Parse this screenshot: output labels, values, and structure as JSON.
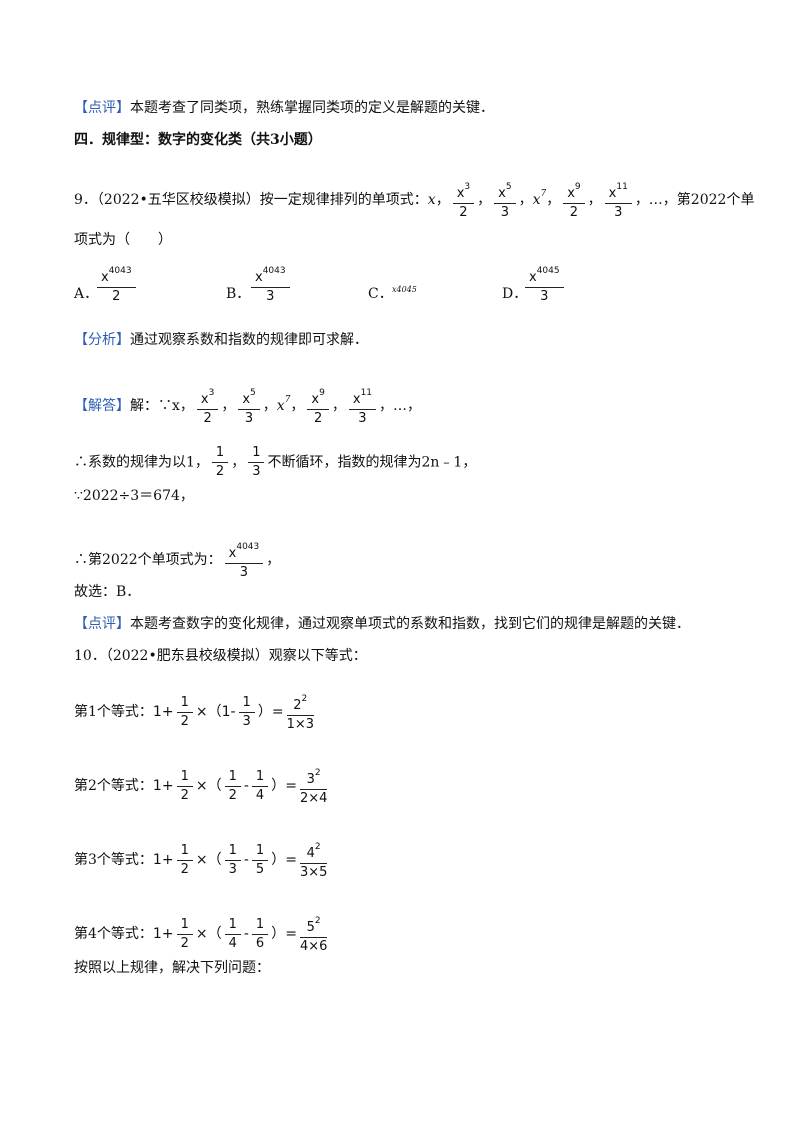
{
  "comment1": {
    "tag": "【点评】",
    "text": "本题考查了同类项，熟练掌握同类项的定义是解题的关键．"
  },
  "section": {
    "title": "四．规律型：数字的变化类（共3小题）"
  },
  "q9": {
    "prefix": "9．（2022•五华区校级模拟）按一定规律排列的单项式：",
    "x": "x",
    "t1": {
      "num": "x",
      "exp": "3",
      "den": "2"
    },
    "t2": {
      "num": "x",
      "exp": "5",
      "den": "3"
    },
    "t3": {
      "base": "x",
      "exp": "7"
    },
    "t4": {
      "num": "x",
      "exp": "9",
      "den": "2"
    },
    "t5": {
      "num": "x",
      "exp": "11",
      "den": "3"
    },
    "suffix": "，…，第2022个单",
    "line2": "项式为（　　）",
    "options": {
      "a": {
        "label": "A．",
        "num": "x",
        "exp": "4043",
        "den": "2"
      },
      "b": {
        "label": "B．",
        "num": "x",
        "exp": "4043",
        "den": "3"
      },
      "c": {
        "label": "C．",
        "text": "x4045"
      },
      "d": {
        "label": "D．",
        "num": "x",
        "exp": "4045",
        "den": "3"
      }
    }
  },
  "analysis": {
    "tag": "【分析】",
    "text": "通过观察系数和指数的规律即可求解．"
  },
  "solution": {
    "tag": "【解答】",
    "lead": "解：∵x，",
    "line2a": "∴系数的规律为以1，",
    "line2b": "不断循环，指数的规律为2n﹣1，",
    "frac_half": {
      "num": "1",
      "den": "2"
    },
    "frac_third": {
      "num": "1",
      "den": "3"
    },
    "line3": "∵2022÷3＝674，",
    "line4": "∴第2022个单项式为：",
    "line4_end": "，",
    "line5": "故选：B．"
  },
  "comment2": {
    "tag": "【点评】",
    "text": "本题考查数字的变化规律，通过观察单项式的系数和指数，找到它们的规律是解题的关键．"
  },
  "q10": {
    "prefix": "10．（2022•肥东县校级模拟）观察以下等式：",
    "eqs": [
      {
        "label": "第1个等式：",
        "a": "1",
        "b": "3",
        "num": "2",
        "den": "1×3",
        "first": "1-"
      },
      {
        "label": "第2个等式：",
        "a": "2",
        "b": "4",
        "num": "3",
        "den": "2×4"
      },
      {
        "label": "第3个等式：",
        "a": "3",
        "b": "5",
        "num": "4",
        "den": "3×5"
      },
      {
        "label": "第4个等式：",
        "a": "4",
        "b": "6",
        "num": "5",
        "den": "4×6"
      }
    ],
    "closing": "按照以上规律，解决下列问题："
  }
}
